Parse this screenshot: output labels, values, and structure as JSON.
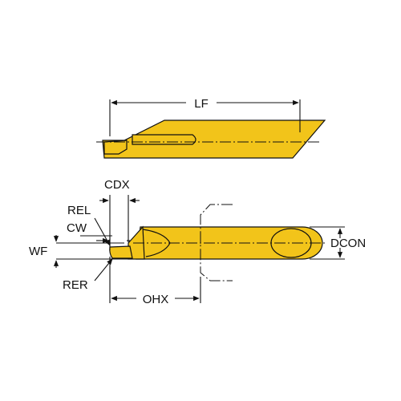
{
  "diagram": {
    "labels": {
      "lf": "LF",
      "cdx": "CDX",
      "rel": "REL",
      "cw": "CW",
      "wf": "WF",
      "rer": "RER",
      "ohx": "OHX",
      "dcon": "DCON"
    },
    "colors": {
      "tool_fill": "#f2c41a",
      "outline": "#111111",
      "background": "#ffffff"
    }
  }
}
